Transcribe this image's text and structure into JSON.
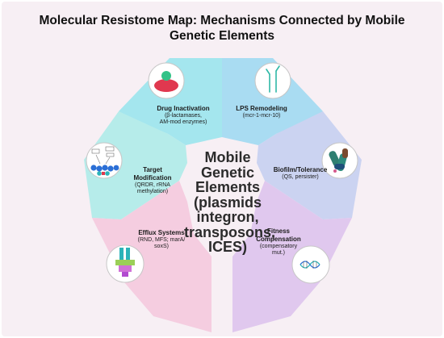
{
  "title": "Molecular Resistome Map: Mechanisms Connected by Mobile Genetic Elements",
  "center": [
    "Mobile",
    "Genetic",
    "Elements",
    "(plasmids",
    "integron,",
    "transposons,",
    "ICES)"
  ],
  "segments": [
    {
      "name": "drug-inactivation",
      "title": "Drug Inactivation",
      "desc": [
        "(β-lactamases,",
        "AM-mod enzymes)"
      ],
      "color": "#a4e6ee",
      "icon": "enzyme-icon"
    },
    {
      "name": "lps-remodeling",
      "title": "LPS Remodeling",
      "desc": [
        "(mcr-1-mcr-10)"
      ],
      "color": "#a9dcf2",
      "icon": "lipid-icon"
    },
    {
      "name": "target-modification",
      "title": "Target",
      "title2": "Modification",
      "desc": [
        "(QRDR, rRNA",
        "methylation)"
      ],
      "color": "#b6ecea",
      "icon": "ribosome-icon"
    },
    {
      "name": "biofilm-tolerance",
      "title": "Biofilm/Tolerance",
      "desc": [
        "(QS, persister)"
      ],
      "color": "#cbd3f1",
      "icon": "biofilm-icon"
    },
    {
      "name": "efflux-systems",
      "title": "Efflux Systems",
      "desc": [
        "(RND, MFS; marA/",
        "soxS)"
      ],
      "color": "#f5cde0",
      "icon": "efflux-pump-icon"
    },
    {
      "name": "fitness-compensation",
      "title": "Fitness",
      "title2": "Compensation",
      "desc": [
        "(compensatory",
        "mut.)"
      ],
      "color": "#e0c8ee",
      "icon": "dna-icon"
    }
  ]
}
